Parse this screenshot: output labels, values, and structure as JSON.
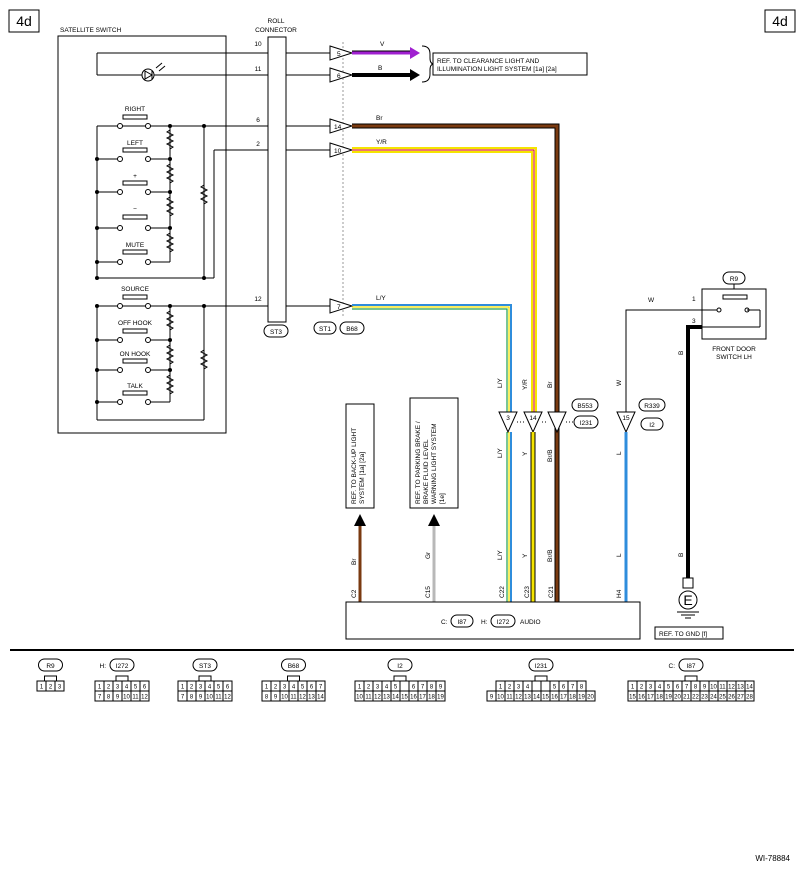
{
  "page_tag": "4d",
  "diagram_id": "WI-78884",
  "satellite_switch": {
    "title": "SATELLITE SWITCH",
    "switches": [
      "RIGHT",
      "LEFT",
      "+",
      "−",
      "MUTE",
      "SOURCE",
      "OFF HOOK",
      "ON HOOK",
      "TALK"
    ]
  },
  "roll_connector": {
    "title_line1": "ROLL",
    "title_line2": "CONNECTOR",
    "pins": [
      "10",
      "11",
      "6",
      "2",
      "12"
    ],
    "connector": "ST3"
  },
  "junction_connectors": [
    "ST1",
    "B68"
  ],
  "terminals": [
    "5",
    "6",
    "14",
    "10",
    "7"
  ],
  "wires": {
    "top": [
      "V",
      "B",
      "Br",
      "Y/R",
      "L/Y"
    ],
    "vertical_upper": [
      "L/Y",
      "Y/R",
      "Br",
      "W",
      "B"
    ],
    "vertical_mid": [
      "L/Y",
      "Y",
      "Br/B",
      "L"
    ],
    "vertical_low": [
      "L/Y",
      "Y",
      "Br/B",
      "L",
      "B"
    ],
    "refs_low": [
      "Br",
      "Gr"
    ]
  },
  "inline_connectors": {
    "pins": [
      "3",
      "14",
      "15"
    ],
    "labels": [
      "B553",
      "I231",
      "R339",
      "I2"
    ]
  },
  "references": {
    "clearance": "REF. TO CLEARANCE LIGHT AND ILLUMINATION LIGHT SYSTEM [1a] [2a]",
    "backup": "REF. TO BACK-UP LIGHT SYSTEM [1a] [2a]",
    "brake": "REF. TO PARKING BRAKE / BRAKE FLUID LEVEL WARNING LIGHT SYSTEM [1e]",
    "ground": "REF. TO GND [f]"
  },
  "audio_unit": {
    "pins": [
      "C2",
      "C15",
      "C22",
      "C23",
      "C21",
      "H4"
    ],
    "label_prefix_c": "C:",
    "label_c": "I87",
    "label_prefix_h": "H:",
    "label_h": "I272",
    "name": "AUDIO"
  },
  "door_switch": {
    "connector": "R9",
    "name_line1": "FRONT DOOR",
    "name_line2": "SWITCH LH",
    "pins": [
      "1",
      "3"
    ]
  },
  "ground_symbol": "E",
  "connector_views": [
    {
      "name": "R9",
      "prefix": "",
      "rows": [
        [
          "1",
          "2",
          "3"
        ]
      ]
    },
    {
      "name": "I272",
      "prefix": "H:",
      "rows": [
        [
          "1",
          "2",
          "3",
          "4",
          "5",
          "6"
        ],
        [
          "7",
          "8",
          "9",
          "10",
          "11",
          "12"
        ]
      ]
    },
    {
      "name": "ST3",
      "prefix": "",
      "rows": [
        [
          "1",
          "2",
          "3",
          "4",
          "5",
          "6"
        ],
        [
          "7",
          "8",
          "9",
          "10",
          "11",
          "12"
        ]
      ]
    },
    {
      "name": "B68",
      "prefix": "",
      "rows": [
        [
          "1",
          "2",
          "3",
          "4",
          "5",
          "6",
          "7"
        ],
        [
          "8",
          "9",
          "10",
          "11",
          "12",
          "13",
          "14"
        ]
      ]
    },
    {
      "name": "I2",
      "prefix": "",
      "rows": [
        [
          "1",
          "2",
          "3",
          "4",
          "5",
          "",
          "6",
          "7",
          "8",
          "9"
        ],
        [
          "10",
          "11",
          "12",
          "13",
          "14",
          "15",
          "16",
          "17",
          "18",
          "19"
        ]
      ]
    },
    {
      "name": "I231",
      "prefix": "",
      "rows": [
        [
          "1",
          "2",
          "3",
          "4",
          "",
          "",
          "5",
          "6",
          "7",
          "8"
        ],
        [
          "9",
          "10",
          "11",
          "12",
          "13",
          "14",
          "15",
          "16",
          "17",
          "18",
          "19",
          "20"
        ]
      ]
    },
    {
      "name": "I87",
      "prefix": "C:",
      "rows": [
        [
          "1",
          "2",
          "3",
          "4",
          "5",
          "6",
          "7",
          "8",
          "9",
          "10",
          "11",
          "12",
          "13",
          "14"
        ],
        [
          "15",
          "16",
          "17",
          "18",
          "19",
          "20",
          "21",
          "22",
          "23",
          "24",
          "25",
          "26",
          "27",
          "28"
        ]
      ]
    }
  ],
  "colors": {
    "violet": "#a020d0",
    "black": "#000000",
    "brown": "#7a3a10",
    "yellow": "#f5e400",
    "red": "#e02020",
    "blue": "#2f8ddc",
    "green": "#20a050",
    "gray": "#b8b8b8"
  }
}
